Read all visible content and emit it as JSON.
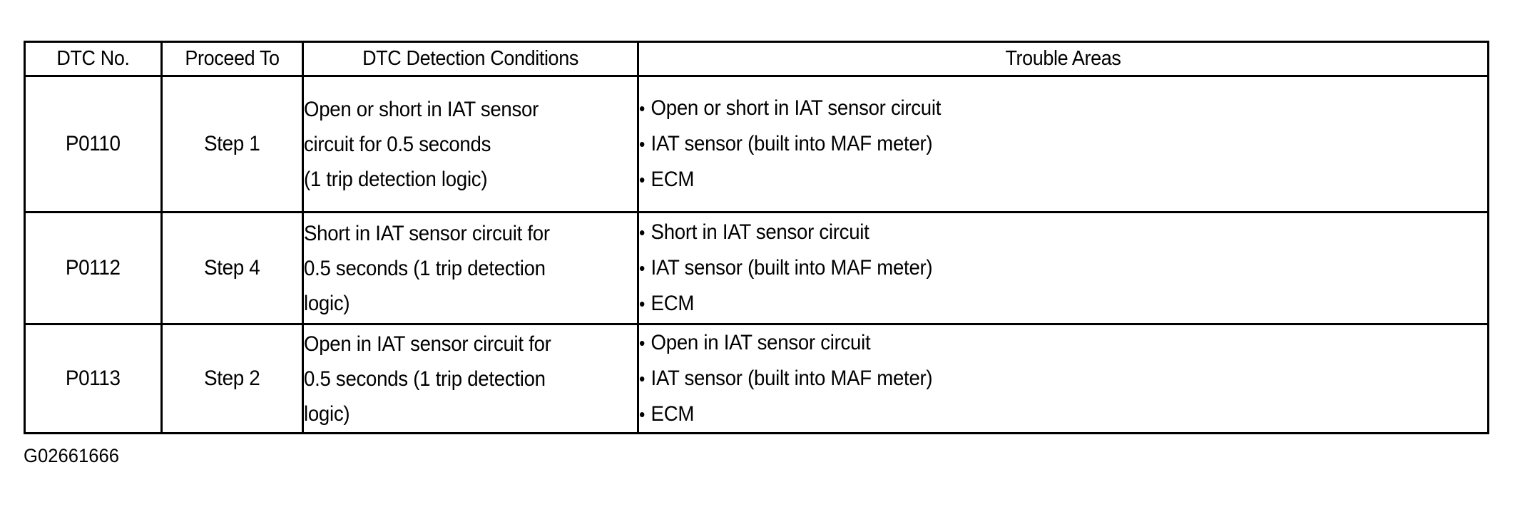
{
  "document": {
    "type": "scanned-service-manual-table",
    "caption": "G02661666",
    "colors": {
      "background": "#ffffff",
      "text": "#000000",
      "rule": "#000000"
    }
  },
  "table": {
    "headers": {
      "dtc_no": "DTC No.",
      "proceed_to": "Proceed To",
      "detection_conditions": "DTC Detection Conditions",
      "trouble_areas": "Trouble Areas"
    },
    "rows": [
      {
        "dtc_no": "P0110",
        "proceed_to": "Step 1",
        "conditions": [
          "Open or short in IAT sensor",
          "circuit for 0.5 seconds",
          "(1 trip detection logic)"
        ],
        "trouble_areas": [
          "Open or short in IAT sensor circuit",
          "IAT sensor (built into MAF meter)",
          "ECM"
        ]
      },
      {
        "dtc_no": "P0112",
        "proceed_to": "Step 4",
        "conditions": [
          "Short in IAT sensor circuit for",
          "0.5 seconds (1 trip detection",
          "logic)"
        ],
        "trouble_areas": [
          "Short in IAT sensor circuit",
          "IAT sensor (built into MAF meter)",
          "ECM"
        ]
      },
      {
        "dtc_no": "P0113",
        "proceed_to": "Step 2",
        "conditions": [
          "Open in IAT sensor circuit for",
          "0.5 seconds (1 trip detection",
          "logic)"
        ],
        "trouble_areas": [
          "Open in IAT sensor circuit",
          "IAT sensor (built into MAF meter)",
          "ECM"
        ]
      }
    ],
    "bullet_glyph": "•"
  }
}
